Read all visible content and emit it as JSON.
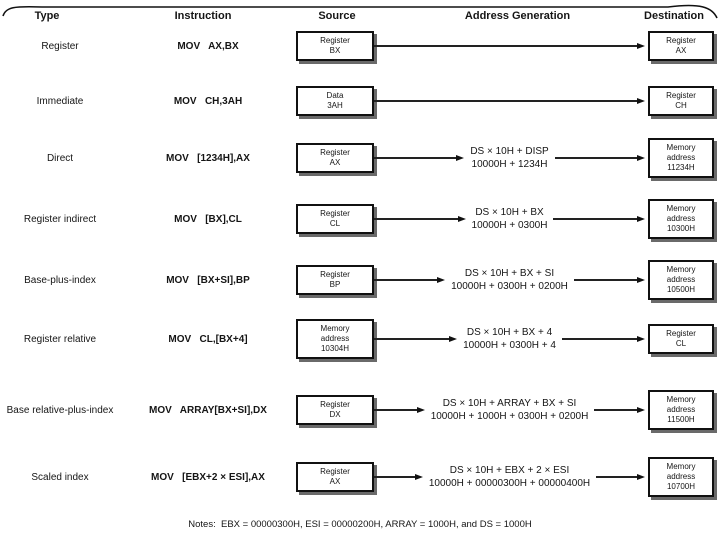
{
  "figure": {
    "headers": {
      "type": "Type",
      "instruction": "Instruction",
      "source": "Source",
      "address_generation": "Address Generation",
      "destination": "Destination"
    },
    "rows": [
      {
        "type": "Register",
        "instruction": "MOV   AX,BX",
        "source": {
          "l1": "Register",
          "l2": "BX"
        },
        "dest": {
          "l1": "Register",
          "l2": "AX"
        }
      },
      {
        "type": "Immediate",
        "instruction": "MOV   CH,3AH",
        "source": {
          "l1": "Data",
          "l2": "3AH"
        },
        "dest": {
          "l1": "Register",
          "l2": "CH"
        }
      },
      {
        "type": "Direct",
        "instruction": "MOV   [1234H],AX",
        "source": {
          "l1": "Register",
          "l2": "AX"
        },
        "addr": {
          "f": "DS × 10H + DISP",
          "v": "10000H + 1234H"
        },
        "dest": {
          "l1": "Memory",
          "l2": "address",
          "l3": "11234H"
        }
      },
      {
        "type": "Register indirect",
        "instruction": "MOV   [BX],CL",
        "source": {
          "l1": "Register",
          "l2": "CL"
        },
        "addr": {
          "f": "DS × 10H + BX",
          "v": "10000H + 0300H"
        },
        "dest": {
          "l1": "Memory",
          "l2": "address",
          "l3": "10300H"
        }
      },
      {
        "type": "Base-plus-index",
        "instruction": "MOV   [BX+SI],BP",
        "source": {
          "l1": "Register",
          "l2": "BP"
        },
        "addr": {
          "f": "DS × 10H + BX + SI",
          "v": "10000H + 0300H + 0200H"
        },
        "dest": {
          "l1": "Memory",
          "l2": "address",
          "l3": "10500H"
        }
      },
      {
        "type": "Register relative",
        "instruction": "MOV   CL,[BX+4]",
        "source": {
          "l1": "Memory",
          "l2": "address",
          "l3": "10304H"
        },
        "addr": {
          "f": "DS × 10H + BX + 4",
          "v": "10000H + 0300H + 4"
        },
        "dest": {
          "l1": "Register",
          "l2": "CL"
        }
      },
      {
        "type": "Base relative-plus-index",
        "instruction": "MOV   ARRAY[BX+SI],DX",
        "source": {
          "l1": "Register",
          "l2": "DX"
        },
        "addr": {
          "f": "DS × 10H + ARRAY + BX + SI",
          "v": "10000H + 1000H + 0300H + 0200H"
        },
        "dest": {
          "l1": "Memory",
          "l2": "address",
          "l3": "11500H"
        }
      },
      {
        "type": "Scaled index",
        "instruction": "MOV   [EBX+2 × ESI],AX",
        "source": {
          "l1": "Register",
          "l2": "AX"
        },
        "addr": {
          "f": "DS × 10H + EBX + 2 × ESI",
          "v": "10000H + 00000300H + 00000400H"
        },
        "dest": {
          "l1": "Memory",
          "l2": "address",
          "l3": "10700H"
        }
      }
    ],
    "notes": "Notes:  EBX = 00000300H, ESI = 00000200H, ARRAY = 1000H, and DS = 1000H"
  }
}
